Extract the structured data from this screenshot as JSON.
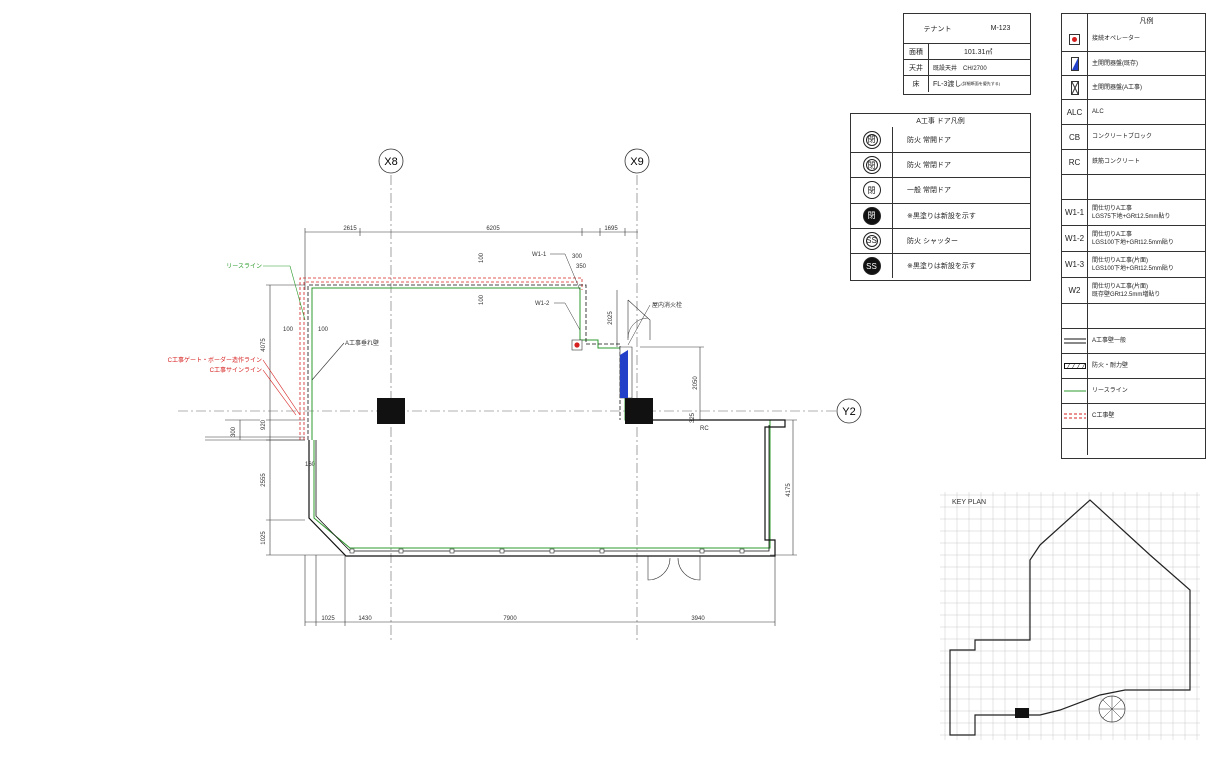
{
  "tenant_table": {
    "header_left": "テナント",
    "header_right": "M-123",
    "rows": [
      {
        "key": "面積",
        "value": "101.31㎡",
        "note": ""
      },
      {
        "key": "天井",
        "value": "既設天井　CH/2700",
        "note": ""
      },
      {
        "key": "床",
        "value": "FL-3渡し",
        "note": "(詳細断面を優先する)"
      }
    ]
  },
  "door_legend": {
    "title": "A工事 ドア凡例",
    "items": [
      {
        "symbol": "閉",
        "style": "ring",
        "label": "防火 常開ドア"
      },
      {
        "symbol": "閉",
        "style": "double",
        "label": "防火 常閉ドア"
      },
      {
        "symbol": "閉",
        "style": "plain",
        "label": "一般 常閉ドア"
      },
      {
        "symbol": "閉",
        "style": "black",
        "label": "※黒塗りは新設を示す"
      },
      {
        "symbol": "SS",
        "style": "double",
        "label": "防火 シャッター"
      },
      {
        "symbol": "SS",
        "style": "black",
        "label": "※黒塗りは新設を示す"
      }
    ]
  },
  "legend": {
    "title": "凡例",
    "items": [
      {
        "key": "●",
        "key_style": "red-dot",
        "label": "接続オペレーター"
      },
      {
        "key": "",
        "key_style": "blue-panel",
        "label": "主開閉器盤(既存)"
      },
      {
        "key": "",
        "key_style": "x-panel",
        "label": "主開閉器盤(A工事)"
      },
      {
        "key": "ALC",
        "key_style": "text",
        "label": "ALC"
      },
      {
        "key": "CB",
        "key_style": "text",
        "label": "コンクリートブロック"
      },
      {
        "key": "RC",
        "key_style": "text",
        "label": "鉄筋コンクリート"
      },
      {
        "key": "",
        "key_style": "blank",
        "label": ""
      },
      {
        "key": "W1-1",
        "key_style": "text",
        "label": "間仕切りA工事\nLGS75下地+GRt12.5mm貼り"
      },
      {
        "key": "W1-2",
        "key_style": "text",
        "label": "間仕切りA工事\nLGS100下地+GRt12.5mm貼り"
      },
      {
        "key": "W1-3",
        "key_style": "text",
        "label": "間仕切りA工事(片面)\nLGS100下地+GRt12.5mm貼り"
      },
      {
        "key": "W2",
        "key_style": "text",
        "label": "間仕切りA工事(片面)\n既存壁GRt12.5mm増貼り"
      },
      {
        "key": "",
        "key_style": "blank",
        "label": ""
      },
      {
        "key": "",
        "key_style": "line-double",
        "label": "A工事壁一般"
      },
      {
        "key": "",
        "key_style": "line-hatch",
        "label": "防火・耐力壁"
      },
      {
        "key": "",
        "key_style": "line-green",
        "label": "リースライン"
      },
      {
        "key": "",
        "key_style": "line-red",
        "label": "C工事壁"
      },
      {
        "key": "",
        "key_style": "blank",
        "label": ""
      }
    ]
  },
  "plan": {
    "grid_x8": "X8",
    "grid_x9": "X9",
    "grid_y2": "Y2",
    "dims_top": [
      "2615",
      "6205",
      "1695"
    ],
    "dims_bottom": [
      "1025",
      "1430",
      "7900",
      "3940"
    ],
    "dims_left": [
      "4075",
      "920",
      "300",
      "2555",
      "1025"
    ],
    "dims_right": [
      "4175",
      "2050",
      "2025"
    ],
    "dims_misc": [
      "100",
      "100",
      "300",
      "350",
      "100",
      "100",
      "160",
      "325"
    ],
    "labels": {
      "w1_1": "W1-1",
      "w1_2": "W1-2",
      "lease_line": "リースライン",
      "gate_line": "C工事ゲート・ボーダー造作ライン",
      "sign_line": "C工事サインライン",
      "a_wall": "A工事垂れ壁",
      "hydrant": "屋内消火栓",
      "rc": "RC"
    }
  },
  "key_plan": {
    "title": "KEY PLAN"
  }
}
